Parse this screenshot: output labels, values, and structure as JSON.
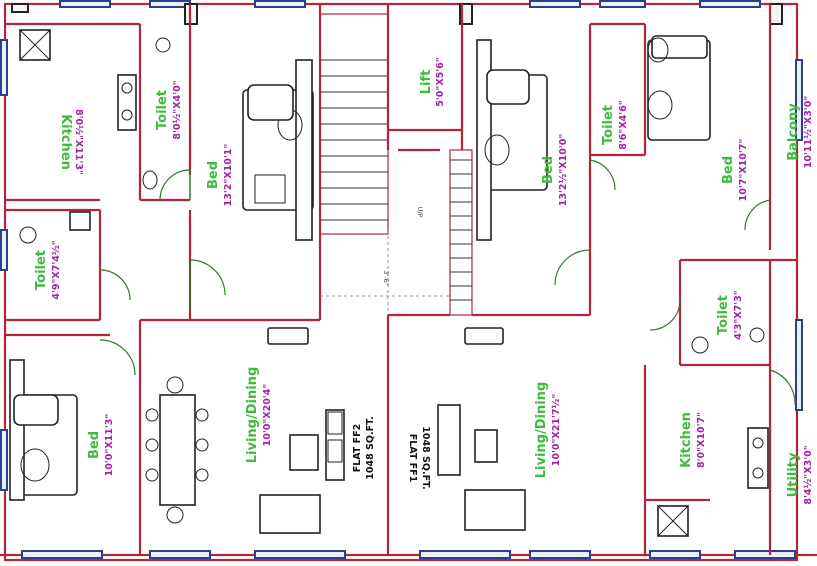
{
  "rooms": {
    "kitchen_ff2": {
      "name": "Kitchen",
      "size": "8'0½\"X11'3\""
    },
    "toilet_ff2_top": {
      "name": "Toilet",
      "size": "8'0½\"X4'0\""
    },
    "bed_ff2_top": {
      "name": "Bed",
      "size": "13'2\"X10'1\""
    },
    "toilet_ff2_mid": {
      "name": "Toilet",
      "size": "4'9\"X7'4½\""
    },
    "bed_ff2_bottom": {
      "name": "Bed",
      "size": "10'0\"X11'3\""
    },
    "living_ff2": {
      "name": "Living/Dining",
      "size": "10'0\"X20'4\""
    },
    "lift": {
      "name": "Lift",
      "size": "5'0\"X5'6\""
    },
    "bed_ff1_center": {
      "name": "Bed",
      "size": "13'2½\"X10'0\""
    },
    "toilet_ff1_top": {
      "name": "Toilet",
      "size": "8'6\"X4'6\""
    },
    "bed_ff1_right": {
      "name": "Bed",
      "size": "10'7\"X10'7\""
    },
    "balcony": {
      "name": "Balcony",
      "size": "10'11½\"X3'0\""
    },
    "toilet_ff1_mid": {
      "name": "Toilet",
      "size": "4'3\"X7'3\""
    },
    "living_ff1": {
      "name": "Living/Dining",
      "size": "10'0\"X21'7½\""
    },
    "kitchen_ff1": {
      "name": "Kitchen",
      "size": "8'0\"X10'7\""
    },
    "utility": {
      "name": "Utility",
      "size": "8'4½\"X3'0\""
    }
  },
  "flats": {
    "ff2": {
      "name": "FLAT FF2",
      "area": "1048 SQ.FT."
    },
    "ff1": {
      "name": "FLAT FF1",
      "area": "1048 SQ.FT."
    }
  },
  "dims": {
    "corridor_width": "3'-6\"",
    "landing_small": "U/P"
  }
}
